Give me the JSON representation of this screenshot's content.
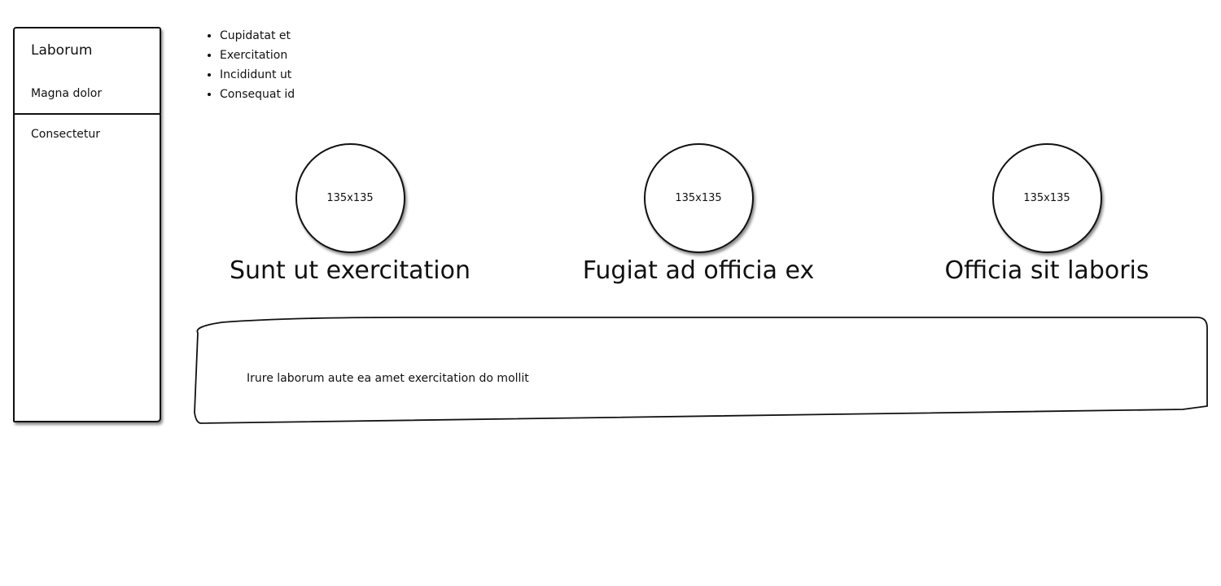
{
  "sidebar": {
    "title": "Laborum",
    "subtitle": "Magna dolor",
    "items": [
      {
        "label": "Consectetur"
      }
    ]
  },
  "list": {
    "items": [
      "Cupidatat et",
      "Exercitation",
      "Incididunt ut",
      "Consequat id"
    ]
  },
  "features": [
    {
      "image_label": "135x135",
      "title": "Sunt ut exercitation"
    },
    {
      "image_label": "135x135",
      "title": "Fugiat ad officia ex"
    },
    {
      "image_label": "135x135",
      "title": "Officia sit laboris"
    }
  ],
  "note": {
    "text": "Irure laborum aute ea amet exercitation do mollit"
  }
}
